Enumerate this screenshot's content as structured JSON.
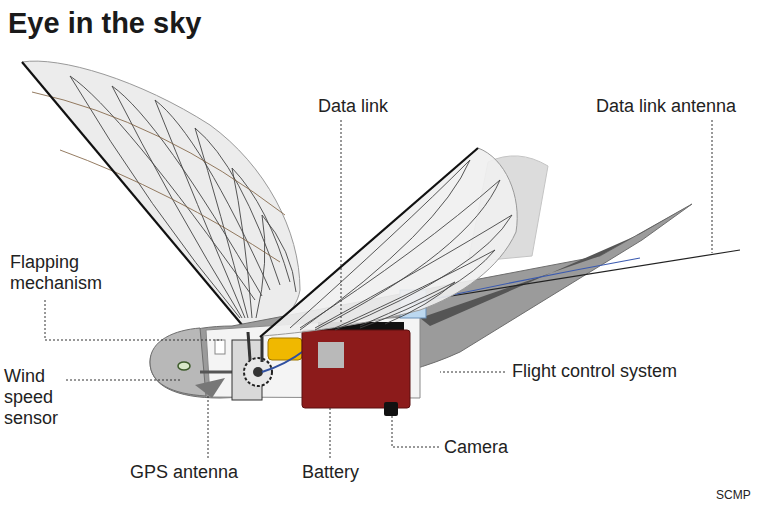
{
  "diagram": {
    "title": "Eye in the sky",
    "labels": [
      "Data link",
      "Data link antenna",
      "Flapping mechanism",
      "Wind speed sensor",
      "Flight control system",
      "Camera",
      "GPS antenna",
      "Battery",
      "SCMP"
    ]
  }
}
